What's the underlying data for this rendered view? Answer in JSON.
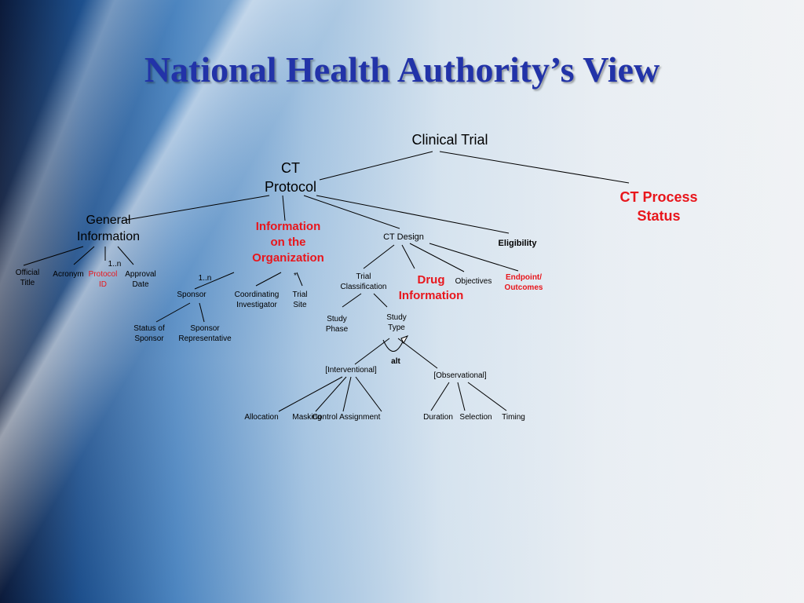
{
  "slide_title": "National Health Authority’s View",
  "nodes": {
    "clinical_trial": "Clinical Trial",
    "ct_protocol": [
      "CT",
      "Protocol"
    ],
    "ct_process_status": [
      "CT Process",
      "Status"
    ],
    "general_information": [
      "General",
      "Information"
    ],
    "information_on_org": [
      "Information",
      "on the",
      "Organization"
    ],
    "ct_design": "CT Design",
    "eligibility": "Eligibility",
    "official_title": [
      "Official",
      "Title"
    ],
    "acronym": "Acronym",
    "protocol_id": [
      "Protocol",
      "ID"
    ],
    "mult_1n_gen": "1..n",
    "approval_date": [
      "Approval",
      "Date"
    ],
    "mult_1n_sponsor": "1..n",
    "mult_star": "*",
    "sponsor": "Sponsor",
    "coordinating_investigator": [
      "Coordinating",
      "Investigator"
    ],
    "trial_site": [
      "Trial",
      "Site"
    ],
    "status_of_sponsor": [
      "Status of",
      "Sponsor"
    ],
    "sponsor_representative": [
      "Sponsor",
      "Representative"
    ],
    "trial_classification": [
      "Trial",
      "Classification"
    ],
    "drug_information": [
      "Drug",
      "Information"
    ],
    "objectives": "Objectives",
    "endpoint_outcomes": [
      "Endpoint/",
      "Outcomes"
    ],
    "study_phase": [
      "Study",
      "Phase"
    ],
    "study_type": [
      "Study",
      "Type"
    ],
    "alt": "alt",
    "interventional": "[Interventional]",
    "observational": "[Observational]",
    "allocation": "Allocation",
    "masking": "Masking",
    "control_assignment": "Control Assignment",
    "duration": "Duration",
    "selection": "Selection",
    "timing": "Timing"
  },
  "colors": {
    "title": "#2233a8",
    "highlight": "#e8161c",
    "text": "#000000",
    "connector": "#000000"
  }
}
